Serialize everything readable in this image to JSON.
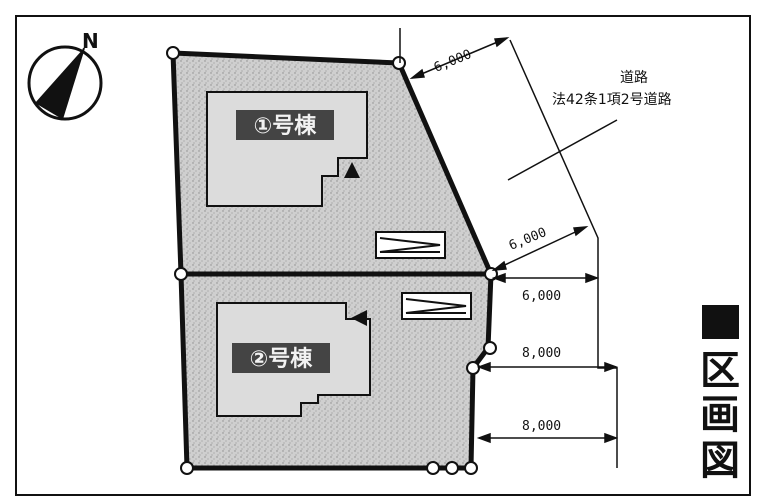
{
  "title_chars": [
    "区",
    "画",
    "図"
  ],
  "north": {
    "label": "N"
  },
  "road": {
    "line1": "道路",
    "line2": "法42条1項2号道路"
  },
  "buildings": {
    "b1": "①号棟",
    "b2": "②号棟"
  },
  "dimensions": {
    "d1": "6,000",
    "d2": "6,000",
    "d3": "6,000",
    "d4": "8,000",
    "d5": "8,000"
  },
  "colors": {
    "lot_fill": "#cfcfcf",
    "ink": "#111111",
    "paper": "#ffffff"
  }
}
